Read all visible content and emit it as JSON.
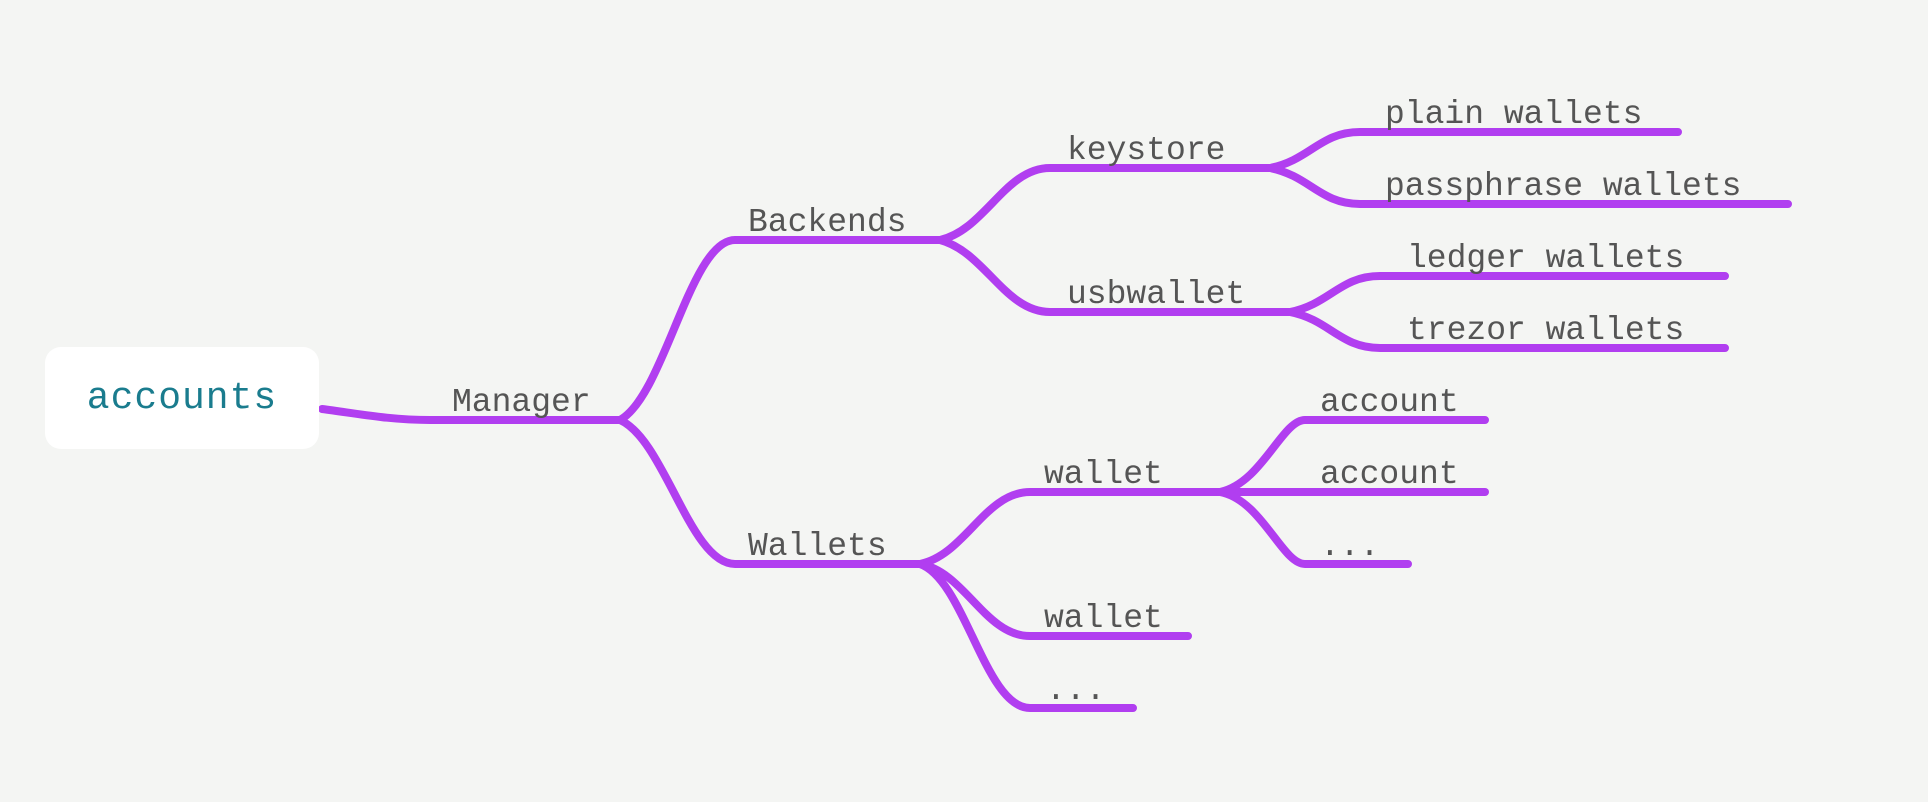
{
  "colors": {
    "background": "#f4f5f3",
    "edge": "#b13ef0",
    "root_text": "#1a7c8e",
    "node_text": "#555555",
    "root_fill": "#ffffff"
  },
  "root": {
    "label": "accounts"
  },
  "nodes": {
    "manager": "Manager",
    "backends": "Backends",
    "wallets": "Wallets",
    "keystore": "keystore",
    "usbwallet": "usbwallet",
    "plain_wallets": "plain wallets",
    "passphrase_wallets": "passphrase wallets",
    "ledger_wallets": "ledger wallets",
    "trezor_wallets": "trezor wallets",
    "wallet_1": "wallet",
    "wallet_2": "wallet",
    "wallets_more": "...",
    "account_1": "account",
    "account_2": "account",
    "accounts_more": "..."
  }
}
